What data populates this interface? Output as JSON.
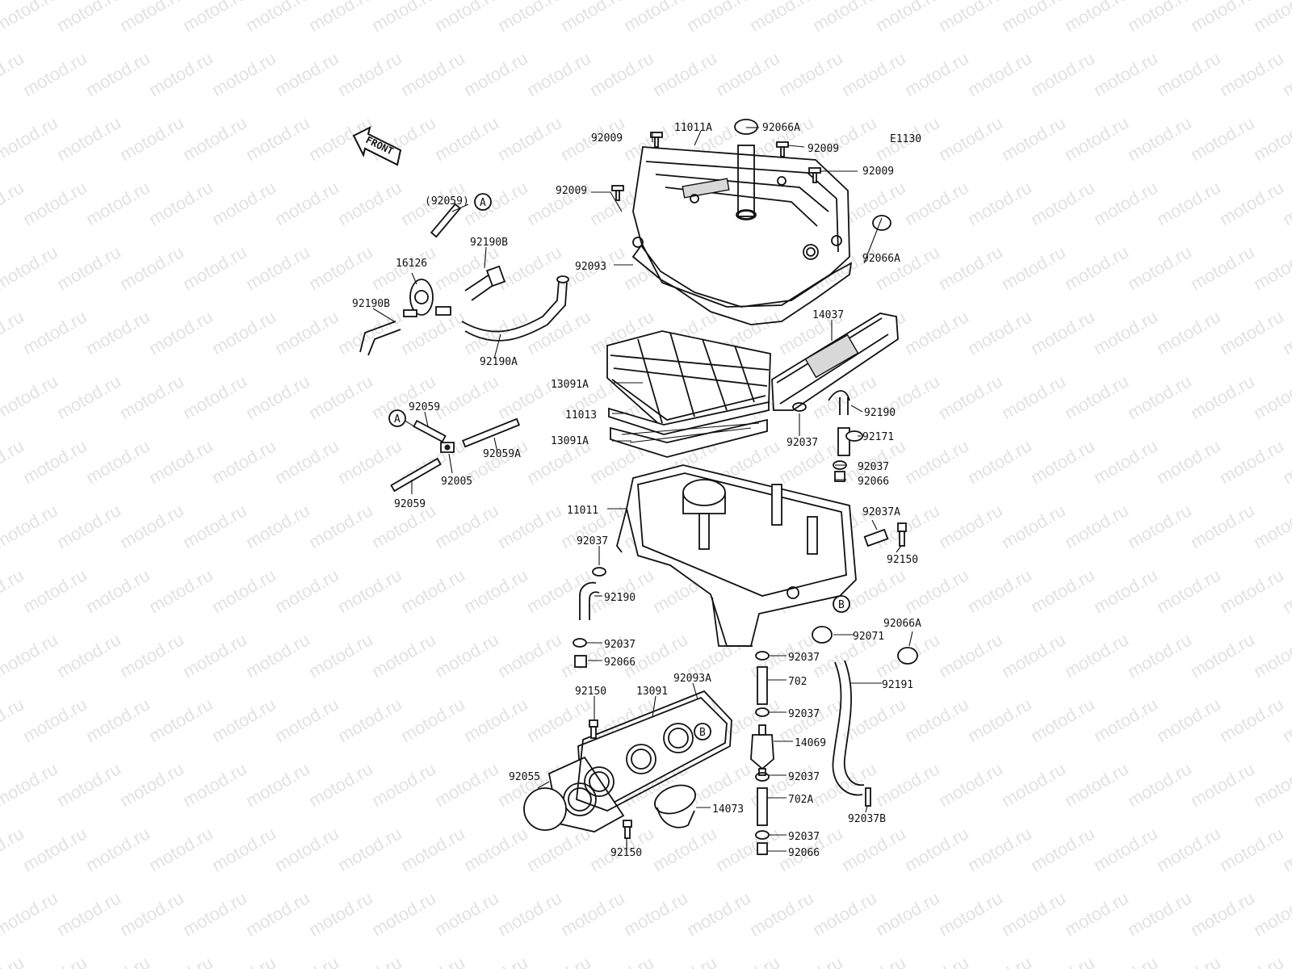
{
  "watermark": "motod.ru",
  "diagram_code": "E1130",
  "front_label": "FRONT",
  "callouts": [
    {
      "id": "92009a",
      "text": "92009"
    },
    {
      "id": "11011A",
      "text": "11011A"
    },
    {
      "id": "92066Aa",
      "text": "92066A"
    },
    {
      "id": "92009b",
      "text": "92009"
    },
    {
      "id": "92009c",
      "text": "92009"
    },
    {
      "id": "92009d",
      "text": "92009"
    },
    {
      "id": "92093",
      "text": "92093"
    },
    {
      "id": "92066Ab",
      "text": "92066A"
    },
    {
      "id": "14037",
      "text": "14037"
    },
    {
      "id": "13091Aa",
      "text": "13091A"
    },
    {
      "id": "11013",
      "text": "11013"
    },
    {
      "id": "13091Ab",
      "text": "13091A"
    },
    {
      "id": "92190a",
      "text": "92190"
    },
    {
      "id": "92171",
      "text": "92171"
    },
    {
      "id": "92037a",
      "text": "92037"
    },
    {
      "id": "92037b",
      "text": "92037"
    },
    {
      "id": "92066a",
      "text": "92066"
    },
    {
      "id": "11011",
      "text": "11011"
    },
    {
      "id": "92037A",
      "text": "92037A"
    },
    {
      "id": "92150a",
      "text": "92150"
    },
    {
      "id": "92037c",
      "text": "92037"
    },
    {
      "id": "92190b",
      "text": "92190"
    },
    {
      "id": "92037d",
      "text": "92037"
    },
    {
      "id": "92066b",
      "text": "92066"
    },
    {
      "id": "92071",
      "text": "92071"
    },
    {
      "id": "92066Ac",
      "text": "92066A"
    },
    {
      "id": "92037e",
      "text": "92037"
    },
    {
      "id": "702",
      "text": "702"
    },
    {
      "id": "92191",
      "text": "92191"
    },
    {
      "id": "92037f",
      "text": "92037"
    },
    {
      "id": "14069",
      "text": "14069"
    },
    {
      "id": "92037g",
      "text": "92037"
    },
    {
      "id": "702A",
      "text": "702A"
    },
    {
      "id": "92037h",
      "text": "92037"
    },
    {
      "id": "92066c",
      "text": "92066"
    },
    {
      "id": "92037B",
      "text": "92037B"
    },
    {
      "id": "92150b",
      "text": "92150"
    },
    {
      "id": "13091",
      "text": "13091"
    },
    {
      "id": "92093A",
      "text": "92093A"
    },
    {
      "id": "92055",
      "text": "92055"
    },
    {
      "id": "14073",
      "text": "14073"
    },
    {
      "id": "92150c",
      "text": "92150"
    },
    {
      "id": "92059p",
      "text": "(92059)"
    },
    {
      "id": "92190Ba",
      "text": "92190B"
    },
    {
      "id": "16126",
      "text": "16126"
    },
    {
      "id": "92190Bb",
      "text": "92190B"
    },
    {
      "id": "92190A",
      "text": "92190A"
    },
    {
      "id": "92059a",
      "text": "92059"
    },
    {
      "id": "92059A",
      "text": "92059A"
    },
    {
      "id": "92005",
      "text": "92005"
    },
    {
      "id": "92059b",
      "text": "92059"
    }
  ],
  "refs": [
    {
      "id": "A1",
      "text": "A"
    },
    {
      "id": "A2",
      "text": "A"
    },
    {
      "id": "B1",
      "text": "B"
    },
    {
      "id": "B2",
      "text": "B"
    }
  ]
}
